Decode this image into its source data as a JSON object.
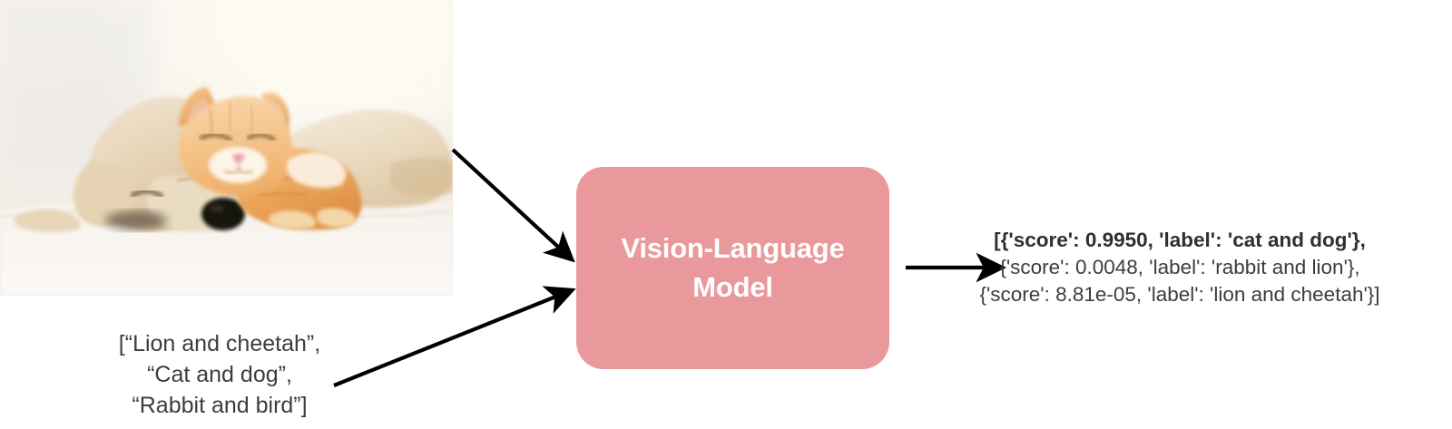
{
  "diagram": {
    "title": "Vision-Language Model zero-shot classification pipeline",
    "colors": {
      "model_box_fill": "#e9989b",
      "model_box_text": "#ffffff",
      "text_dark": "#3d3d3d",
      "arrow": "#000000",
      "background": "#ffffff"
    }
  },
  "input_image": {
    "alt": "Sleeping golden puppy and orange tabby kitten cuddling on a white blanket",
    "icon": "photo-icon"
  },
  "model": {
    "label": "Vision-Language\nModel"
  },
  "prompt": {
    "lines": [
      "[“Lion and cheetah”,",
      "“Cat and dog”,",
      "“Rabbit and bird”]"
    ],
    "text": "[“Lion and cheetah”,\n“Cat and dog”,\n“Rabbit and bird”]"
  },
  "output": {
    "lines": [
      "[{'score': 0.9950, 'label': 'cat and dog'},",
      "{'score': 0.0048, 'label': 'rabbit and lion'},",
      "{'score': 8.81e-05, 'label': 'lion and cheetah'}]"
    ],
    "predictions": [
      {
        "score": "0.9950",
        "label": "cat and dog"
      },
      {
        "score": "0.0048",
        "label": "rabbit and lion"
      },
      {
        "score": "8.81e-05",
        "label": "lion and cheetah"
      }
    ]
  },
  "arrows": [
    {
      "name": "image-to-model-arrow",
      "from": "input-photo",
      "to": "model-box"
    },
    {
      "name": "prompt-to-model-arrow",
      "from": "prompt-text",
      "to": "model-box"
    },
    {
      "name": "model-to-output-arrow",
      "from": "model-box",
      "to": "output-text"
    }
  ]
}
